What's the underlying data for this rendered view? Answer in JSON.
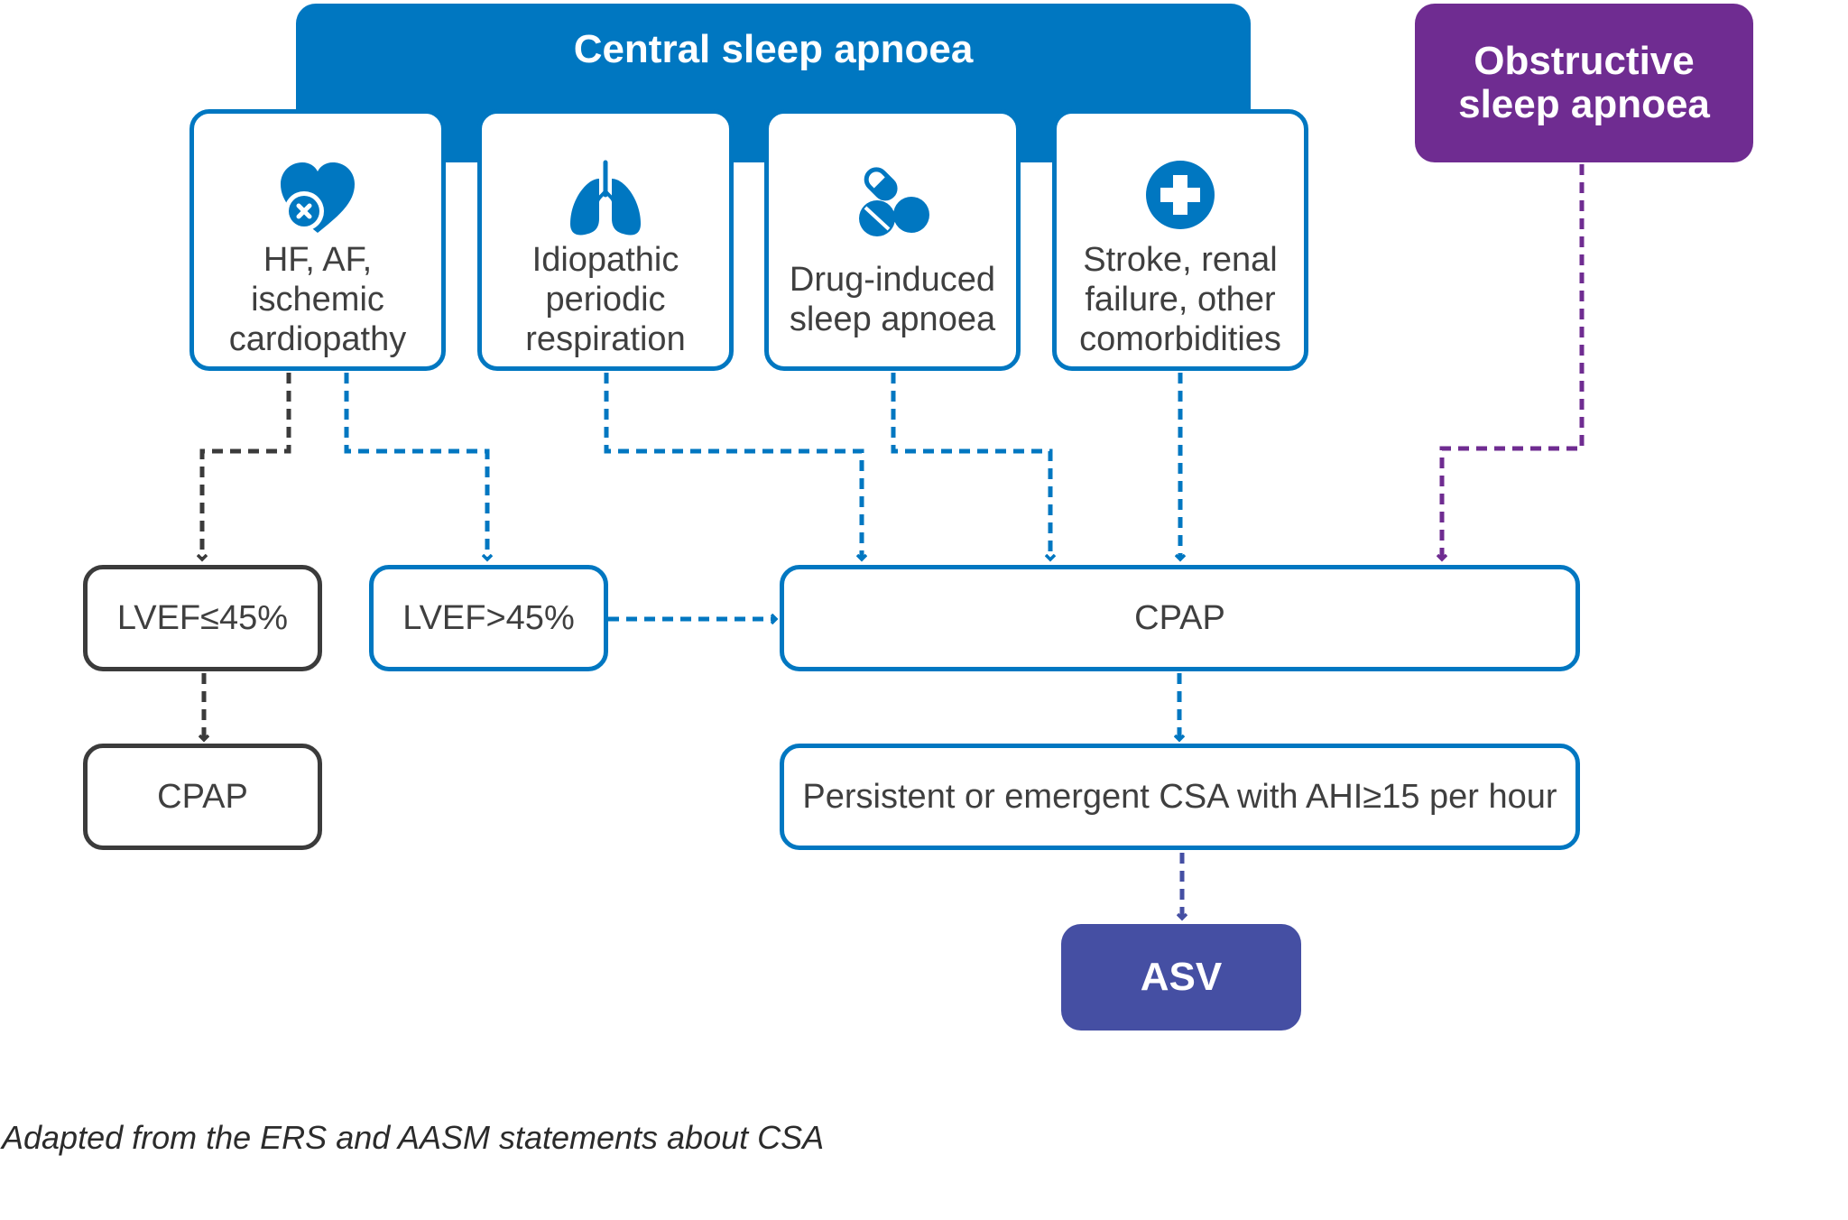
{
  "headers": {
    "central": "Central sleep apnoea",
    "obstructive": "Obstructive sleep apnoea"
  },
  "categories": [
    {
      "label": "HF, AF, ischemic cardiopathy",
      "icon": "heart-icon"
    },
    {
      "label": "Idiopathic periodic respiration",
      "icon": "lungs-icon"
    },
    {
      "label": "Drug-induced sleep apnoea",
      "icon": "pills-icon"
    },
    {
      "label": "Stroke, renal failure, other comorbidities",
      "icon": "medical-cross-icon"
    }
  ],
  "nodes": {
    "lvef_low": "LVEF≤45%",
    "lvef_high": "LVEF>45%",
    "cpap_low": "CPAP",
    "cpap_main": "CPAP",
    "persistent": "Persistent or emergent CSA with AHI≥15 per hour",
    "asv": "ASV"
  },
  "caption": "Adapted from the ERS and AASM statements about CSA",
  "colors": {
    "blue": "#0077c1",
    "purple": "#6f2c91",
    "indigo": "#454fa3",
    "gray": "#3b3b3b"
  }
}
